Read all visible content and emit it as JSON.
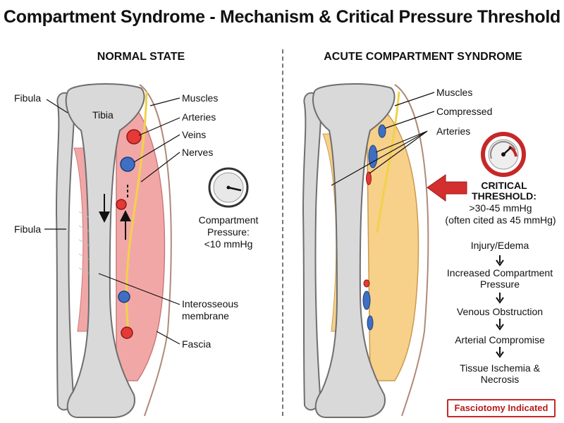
{
  "title": "Compartment Syndrome - Mechanism & Critical Pressure Threshold",
  "normal": {
    "heading": "NORMAL STATE",
    "labels": {
      "fibula_top": "Fibula",
      "tibia": "Tibia",
      "fibula_mid": "Fibula",
      "muscles": "Muscles",
      "arteries": "Arteries",
      "veins": "Veins",
      "nerves": "Nerves",
      "interosseous_1": "Interosseous",
      "interosseous_2": "membrane",
      "fascia": "Fascia"
    },
    "gauge": {
      "line1": "Compartment",
      "line2": "Pressure:",
      "line3": "<10 mmHg"
    }
  },
  "acute": {
    "heading": "ACUTE COMPARTMENT SYNDROME",
    "labels": {
      "muscles": "Muscles",
      "compressed": "Compressed",
      "arteries": "Arteries"
    },
    "critical": {
      "line1": "CRITICAL",
      "line2": "THRESHOLD:",
      "range": ">30-45 mmHg",
      "note": "(often cited as 45 mmHg)"
    },
    "flow": [
      "Injury/Edema",
      "Increased Compartment Pressure",
      "Venous Obstruction",
      "Arterial Compromise",
      "Tissue Ischemia & Necrosis"
    ],
    "box": "Fasciotomy Indicated"
  },
  "colors": {
    "bone": "#d9d9d9",
    "bone_edge": "#6e6e6e",
    "muscle_normal": "#f2a7a7",
    "muscle_swollen": "#f7d08a",
    "artery": "#e53935",
    "vein": "#3f6fc4",
    "nerve": "#f1d24a",
    "alert": "#d32f2f"
  }
}
